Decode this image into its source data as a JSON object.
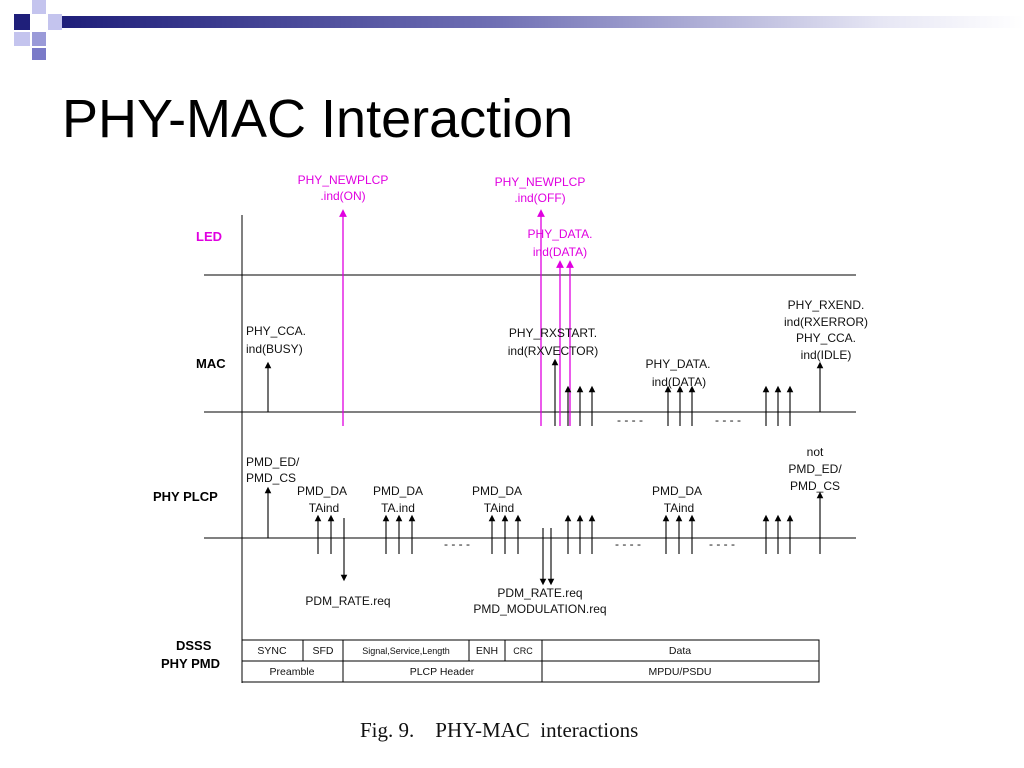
{
  "title": "PHY-MAC Interaction",
  "caption": "Fig. 9.    PHY-MAC  interactions",
  "colors": {
    "accent_navy": "#1f1f7a",
    "accent_light": "#9a9ad8",
    "magenta": "#e000e0"
  },
  "layers": {
    "led": "LED",
    "mac": "MAC",
    "phy_plcp": "PHY PLCP",
    "dsss_1": "DSSS",
    "dsss_2": "PHY PMD"
  },
  "led_signals": {
    "newplcp_on_1": "PHY_NEWPLCP",
    "newplcp_on_2": ".ind(ON)",
    "newplcp_off_1": "PHY_NEWPLCP",
    "newplcp_off_2": ".ind(OFF)",
    "data_1": "PHY_DATA.",
    "data_2": "ind(DATA)"
  },
  "mac_signals": {
    "cca_busy_1": "PHY_CCA.",
    "cca_busy_2": "ind(BUSY)",
    "rxstart_1": "PHY_RXSTART.",
    "rxstart_2": "ind(RXVECTOR)",
    "data_1": "PHY_DATA.",
    "data_2": "ind(DATA)",
    "rxend_1": "PHY_RXEND.",
    "rxend_2": "ind(RXERROR)",
    "rxend_3": "PHY_CCA.",
    "rxend_4": "ind(IDLE)",
    "dots_1": "- - - -",
    "dots_2": "- - - -"
  },
  "plcp_signals": {
    "pmd_ed_1": "PMD_ED/",
    "pmd_ed_2": "PMD_CS",
    "data1_1": "PMD_DA",
    "data1_2": "TAind",
    "data2_1": "PMD_DA",
    "data2_2": "TA.ind",
    "data3_1": "PMD_DA",
    "data3_2": "TAind",
    "data4_1": "PMD_DA",
    "data4_2": "TAind",
    "not_1": "not",
    "not_2": "PMD_ED/",
    "not_3": "PMD_CS",
    "dots_1": "- - - -",
    "dots_2": "- - - -",
    "dots_3": "- - - -"
  },
  "pmd_signals": {
    "rate_req_1": "PDM_RATE.req",
    "rate_req_2": "PDM_RATE.req",
    "modulation_req": "PMD_MODULATION.req"
  },
  "frame_table": {
    "top": [
      "SYNC",
      "SFD",
      "Signal,Service,Length",
      "ENH",
      "CRC",
      "Data"
    ],
    "bottom": [
      "Preamble",
      "PLCP Header",
      "MPDU/PSDU"
    ]
  }
}
